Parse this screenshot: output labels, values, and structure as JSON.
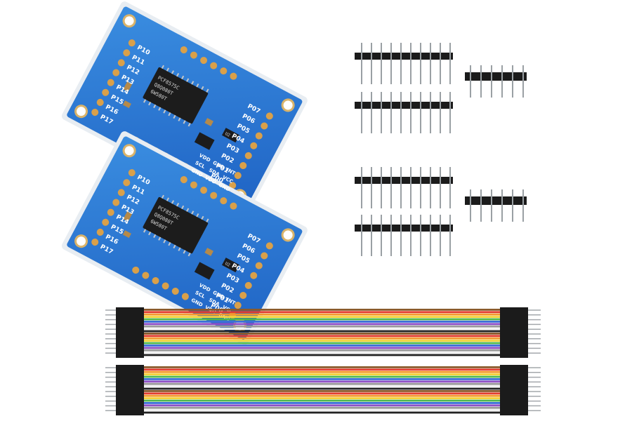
{
  "board": {
    "pins_left": [
      "P10",
      "P11",
      "P12",
      "P13",
      "P14",
      "P15",
      "P16",
      "P17"
    ],
    "pins_right": [
      "P07",
      "P06",
      "P05",
      "P04",
      "P03",
      "P02",
      "P01",
      "P00"
    ],
    "power_pins": [
      "VDD",
      "GND",
      "INT",
      "SCL",
      "SDA",
      "VCC",
      "GND",
      "VDD",
      "GND"
    ],
    "chip_text": [
      "PCF8575C",
      "Q8Q080T",
      "6W580T"
    ],
    "small_chip_text": "U2"
  },
  "headers": {
    "long_pin_count": 10,
    "short_pin_count": 6
  },
  "cables": {
    "wire_count": 20,
    "colors": [
      "#8a5a2b",
      "#e23b2e",
      "#f39a2c",
      "#f4d23a",
      "#4fb84a",
      "#3b6fd8",
      "#8e4fc6",
      "#9a9a9a",
      "#f2f2f2",
      "#222222"
    ]
  }
}
